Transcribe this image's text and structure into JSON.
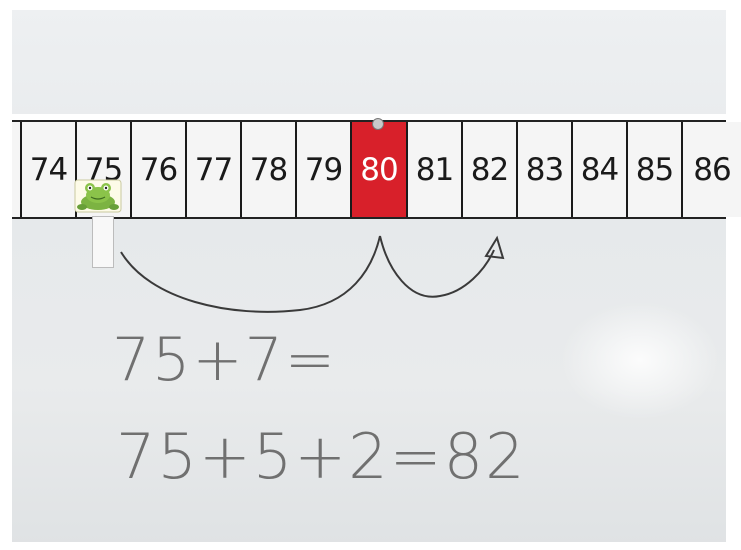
{
  "number_line": {
    "cells": [
      "74",
      "75",
      "76",
      "77",
      "78",
      "79",
      "80",
      "81",
      "82",
      "83",
      "84",
      "85",
      "86"
    ],
    "highlighted": "80",
    "highlight_color": "#d8202a"
  },
  "marker": {
    "icon": "frog-icon"
  },
  "board": {
    "line1": "75+7=",
    "line2": "75+5+2=82"
  }
}
